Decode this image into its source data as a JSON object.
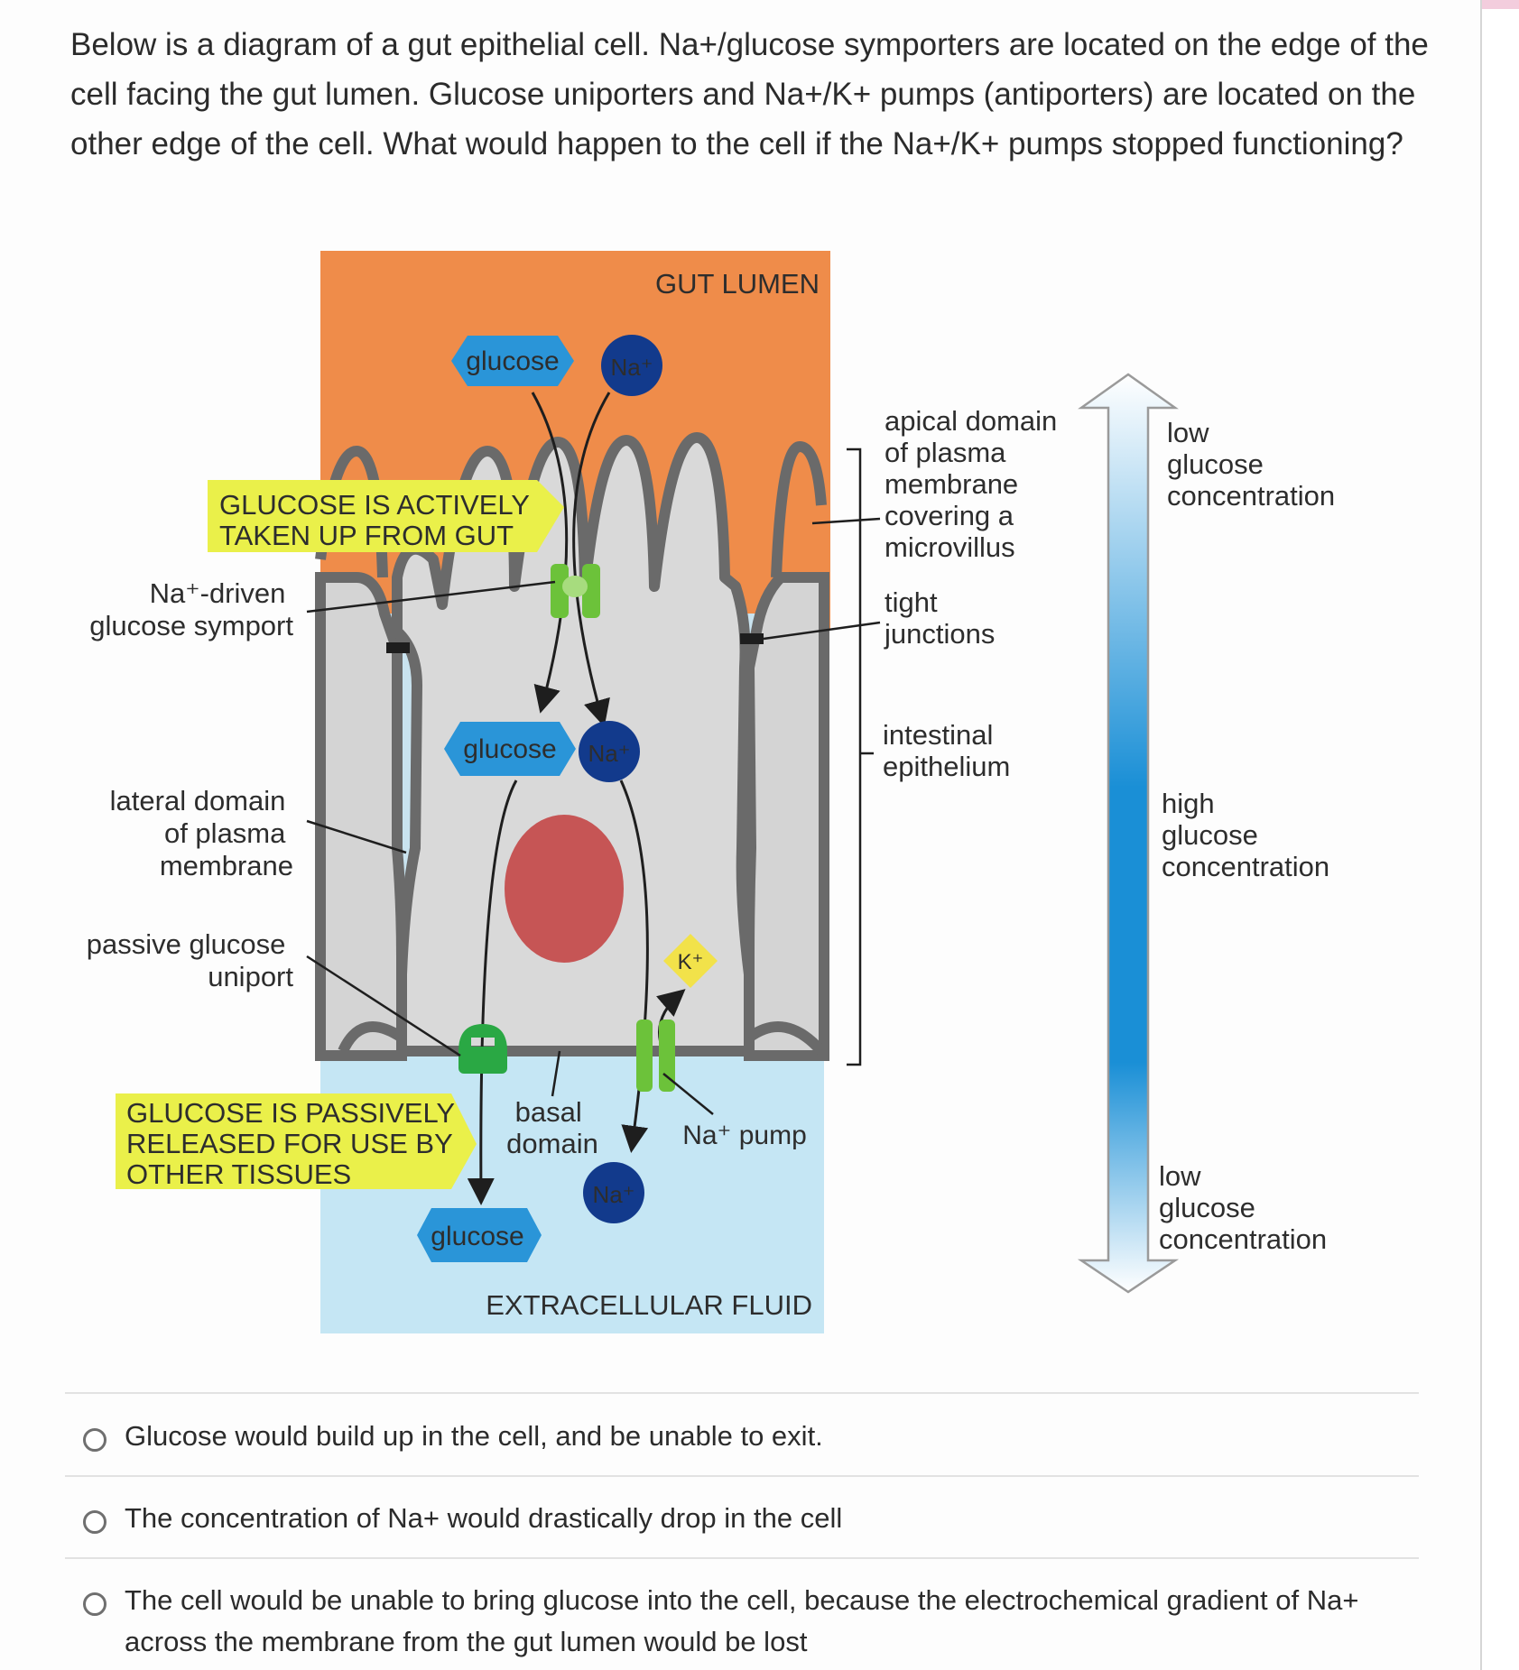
{
  "question": {
    "text": "Below is a diagram of a gut epithelial cell. Na+/glucose symporters are located on the edge of the cell facing the gut lumen. Glucose uniporters and Na+/K+ pumps (antiporters) are located on the other edge of the cell. What would happen to the cell if the Na+/K+ pumps stopped functioning?"
  },
  "diagram": {
    "gut_lumen": "GUT LUMEN",
    "extracellular_fluid": "EXTRACELLULAR FLUID",
    "glucose_top": "glucose",
    "na_top": "Na⁺",
    "glucose_mid": "glucose",
    "na_mid": "Na⁺",
    "k_ion": "K⁺",
    "na_bottom": "Na⁺",
    "glucose_bottom": "glucose",
    "banner_top": [
      "GLUCOSE IS ACTIVELY",
      "TAKEN UP FROM GUT"
    ],
    "banner_bottom": [
      "GLUCOSE IS PASSIVELY",
      "RELEASED FOR USE BY",
      "OTHER TISSUES"
    ],
    "na_symport": [
      "Na⁺-driven",
      "glucose symport"
    ],
    "lateral_domain": [
      "lateral domain",
      "of plasma",
      "membrane"
    ],
    "passive_uniport": [
      "passive glucose",
      "uniport"
    ],
    "basal_domain": [
      "basal",
      "domain"
    ],
    "na_pump": "Na⁺ pump",
    "apical_domain": [
      "apical domain",
      "of plasma",
      "membrane",
      "covering a",
      "microvillus"
    ],
    "tight_junctions": [
      "tight",
      "junctions"
    ],
    "intestinal_epithelium": [
      "intestinal",
      "epithelium"
    ],
    "low_top": [
      "low",
      "glucose",
      "concentration"
    ],
    "high_mid": [
      "high",
      "glucose",
      "concentration"
    ],
    "low_bottom": [
      "low",
      "glucose",
      "concentration"
    ]
  },
  "colors": {
    "lumen": "#ef8c4a",
    "extracellular": "#c5e6f4",
    "cell": "#d9d9d9",
    "membrane": "#6a6a6a",
    "highlight": "#eaf04a",
    "na_ion": "#123a8c",
    "glucose": "#2a95d8",
    "nucleus": "#c65555",
    "transporter": "#6cc23a",
    "gradient_arrow": "#1a8fd6"
  },
  "options": [
    "Glucose would build up in the cell, and be unable to exit.",
    "The concentration of Na+ would drastically drop in the cell",
    "The cell would be unable to bring glucose into the cell, because the electrochemical gradient of Na+ across the membrane from the gut lumen would be lost"
  ]
}
